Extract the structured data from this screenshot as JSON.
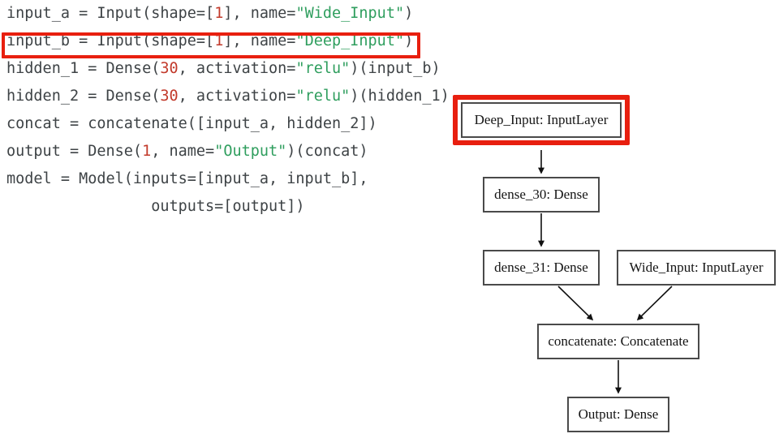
{
  "code": {
    "language": "python",
    "colors": {
      "text": "#3e4346",
      "string": "#2f9e5e",
      "number": "#c23a2b",
      "highlight": "#e81f0f",
      "background": "#ffffff"
    },
    "highlighted_line_index": 1,
    "lines": [
      {
        "plain": "input_a = Input(shape=[1], name=\"Wide_Input\")",
        "tokens": [
          {
            "t": "input_a = Input(shape=[",
            "k": "plain"
          },
          {
            "t": "1",
            "k": "num"
          },
          {
            "t": "], name=",
            "k": "plain"
          },
          {
            "t": "\"Wide_Input\"",
            "k": "str"
          },
          {
            "t": ")",
            "k": "plain"
          }
        ]
      },
      {
        "plain": "input_b = Input(shape=[1], name=\"Deep_Input\")",
        "tokens": [
          {
            "t": "input_b = Input(shape=[",
            "k": "plain"
          },
          {
            "t": "1",
            "k": "num"
          },
          {
            "t": "], name=",
            "k": "plain"
          },
          {
            "t": "\"Deep_Input\"",
            "k": "str"
          },
          {
            "t": ")",
            "k": "plain"
          }
        ]
      },
      {
        "plain": "hidden_1 = Dense(30, activation=\"relu\")(input_b)",
        "tokens": [
          {
            "t": "hidden_1 = Dense(",
            "k": "plain"
          },
          {
            "t": "30",
            "k": "num"
          },
          {
            "t": ", activation=",
            "k": "plain"
          },
          {
            "t": "\"relu\"",
            "k": "str"
          },
          {
            "t": ")(input_b)",
            "k": "plain"
          }
        ]
      },
      {
        "plain": "hidden_2 = Dense(30, activation=\"relu\")(hidden_1)",
        "tokens": [
          {
            "t": "hidden_2 = Dense(",
            "k": "plain"
          },
          {
            "t": "30",
            "k": "num"
          },
          {
            "t": ", activation=",
            "k": "plain"
          },
          {
            "t": "\"relu\"",
            "k": "str"
          },
          {
            "t": ")(hidden_1)",
            "k": "plain"
          }
        ]
      },
      {
        "plain": "concat = concatenate([input_a, hidden_2])",
        "tokens": [
          {
            "t": "concat = concatenate([input_a, hidden_2])",
            "k": "plain"
          }
        ]
      },
      {
        "plain": "output = Dense(1, name=\"Output\")(concat)",
        "tokens": [
          {
            "t": "output = Dense(",
            "k": "plain"
          },
          {
            "t": "1",
            "k": "num"
          },
          {
            "t": ", name=",
            "k": "plain"
          },
          {
            "t": "\"Output\"",
            "k": "str"
          },
          {
            "t": ")(concat)",
            "k": "plain"
          }
        ]
      },
      {
        "plain": "model = Model(inputs=[input_a, input_b],",
        "tokens": [
          {
            "t": "model = Model(inputs=[input_a, input_b],",
            "k": "plain"
          }
        ]
      },
      {
        "plain": "                outputs=[output])",
        "tokens": [
          {
            "t": "                outputs=[output])",
            "k": "plain"
          }
        ]
      }
    ]
  },
  "graph": {
    "title": "keras functional model plot",
    "highlighted_node_id": "deep_input",
    "nodes": [
      {
        "id": "deep_input",
        "label": "Deep_Input: InputLayer",
        "highlighted": true
      },
      {
        "id": "dense_30",
        "label": "dense_30: Dense",
        "highlighted": false
      },
      {
        "id": "dense_31",
        "label": "dense_31: Dense",
        "highlighted": false
      },
      {
        "id": "wide_input",
        "label": "Wide_Input: InputLayer",
        "highlighted": false
      },
      {
        "id": "concatenate",
        "label": "concatenate: Concatenate",
        "highlighted": false
      },
      {
        "id": "output",
        "label": "Output: Dense",
        "highlighted": false
      }
    ],
    "edges": [
      {
        "from": "deep_input",
        "to": "dense_30"
      },
      {
        "from": "dense_30",
        "to": "dense_31"
      },
      {
        "from": "dense_31",
        "to": "concatenate"
      },
      {
        "from": "wide_input",
        "to": "concatenate"
      },
      {
        "from": "concatenate",
        "to": "output"
      }
    ]
  }
}
